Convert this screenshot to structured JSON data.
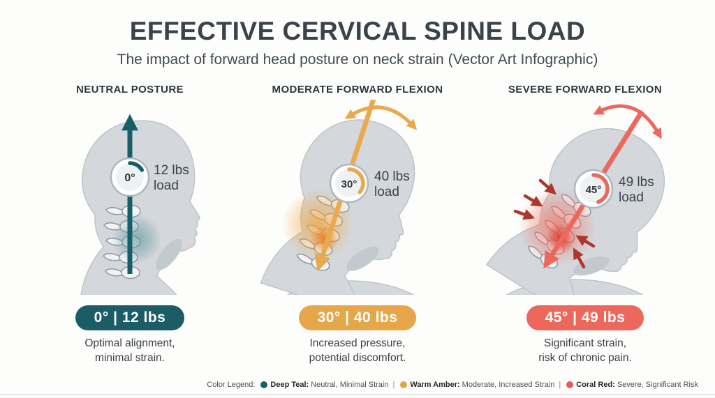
{
  "page": {
    "title": "EFFECTIVE CERVICAL SPINE LOAD",
    "subtitle": "The impact of forward head posture on neck strain (Vector Art Infographic)"
  },
  "colors": {
    "deep_teal": "#1B5C66",
    "warm_amber": "#E6A74B",
    "coral_red": "#EC685C",
    "stress_dark_red": "#AC372D",
    "silhouette_gray": "#D4D8DC",
    "background": "#FDFDFB",
    "title_text": "#3A434B"
  },
  "panels": [
    {
      "id": "neutral",
      "header": "NEUTRAL POSTURE",
      "angle_label": "0°",
      "load_line1": "12 lbs",
      "load_line2": "load",
      "badge": "0° | 12 lbs",
      "badge_color": "#1B5C66",
      "description_line1": "Optimal alignment,",
      "description_line2": "minimal strain."
    },
    {
      "id": "moderate",
      "header": "MODERATE FORWARD FLEXION",
      "angle_label": "30°",
      "load_line1": "40 lbs",
      "load_line2": "load",
      "badge": "30° | 40 lbs",
      "badge_color": "#E6A74B",
      "description_line1": "Increased pressure,",
      "description_line2": "potential discomfort."
    },
    {
      "id": "severe",
      "header": "SEVERE FORWARD FLEXION",
      "angle_label": "45°",
      "load_line1": "49 lbs",
      "load_line2": "load",
      "badge": "45° | 49 lbs",
      "badge_color": "#EC685C",
      "description_line1": "Significant strain,",
      "description_line2": "risk of chronic pain."
    }
  ],
  "legend": {
    "prefix": "Color Legend:",
    "separator": "|",
    "items": [
      {
        "label": "Deep Teal:",
        "text": "Neutral, Minimal Strain",
        "color": "#19606A"
      },
      {
        "label": "Warm Amber:",
        "text": "Moderate, Increased Strain",
        "color": "#E2A445"
      },
      {
        "label": "Coral Red:",
        "text": "Severe, Significant Risk",
        "color": "#E95C4E"
      }
    ]
  }
}
